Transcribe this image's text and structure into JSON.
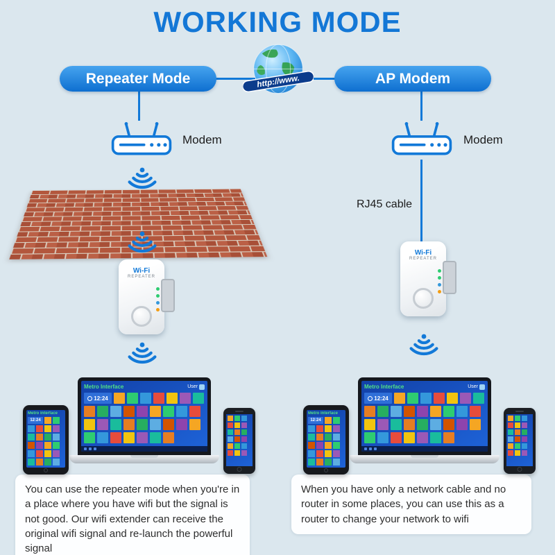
{
  "page": {
    "title": "WORKING MODE"
  },
  "globe": {
    "banner": "http://www."
  },
  "modes": {
    "left": {
      "label": "Repeater Mode"
    },
    "right": {
      "label": "AP Modem"
    }
  },
  "left_flow": {
    "modem_label": "Modem",
    "description": "You can use the repeater mode when you're in a place where you have wifi but the signal is not good. Our wifi extender can receive the original wifi signal and re-launch the powerful signal"
  },
  "right_flow": {
    "modem_label": "Modem",
    "cable_label": "RJ45 cable",
    "description": "When you have only a network cable and no router in some places, you can use this as a router to change your network to wifi"
  },
  "repeater_device": {
    "brand_line1": "Wi-Fi",
    "brand_line2": "REPEATER"
  },
  "device_screens": {
    "header_title": "Metro Interface",
    "user_label": "User",
    "clock": "12:24",
    "tile_palette": [
      "#f5a623",
      "#2ecc71",
      "#3498db",
      "#e74c3c",
      "#f1c40f",
      "#9b59b6",
      "#1abc9c",
      "#e67e22",
      "#27ae60",
      "#5dade2",
      "#d35400",
      "#8e44ad"
    ]
  },
  "colors": {
    "accent_blue": "#1279d8",
    "brick": "#b3573d",
    "background": "#dbe7ee"
  }
}
